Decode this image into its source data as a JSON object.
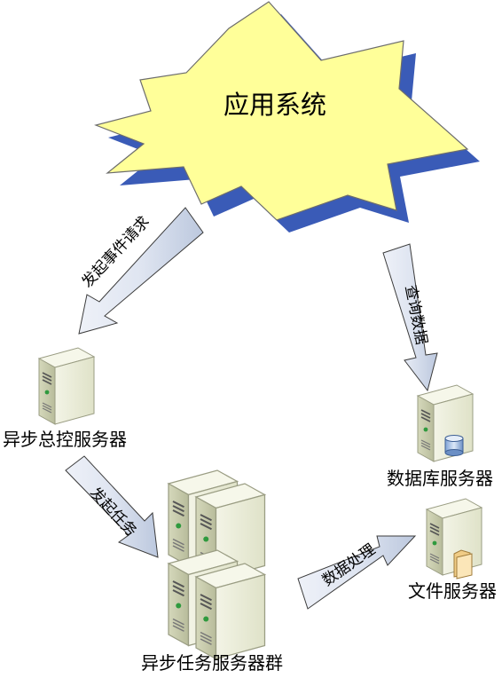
{
  "central_system": {
    "label": "应用系统",
    "fill": "#ffff99",
    "shadow": "#3a5bb7"
  },
  "nodes": {
    "async_controller": {
      "label": "异步总控服务器"
    },
    "db_server": {
      "label": "数据库服务器"
    },
    "task_cluster": {
      "label": "异步任务服务器群"
    },
    "file_server": {
      "label": "文件服务器"
    }
  },
  "edges": {
    "send_event_request": {
      "label": "发起事件请求"
    },
    "query_data": {
      "label": "查询数据"
    },
    "send_task": {
      "label": "发起任务"
    },
    "data_processing": {
      "label": "数据处理"
    }
  },
  "colors": {
    "arrow_fill_light": "#eef1f8",
    "arrow_fill_dark": "#bcc8de",
    "arrow_stroke": "#3b3b3b",
    "server_face": "#e9ebd7",
    "server_side": "#c9ccb0",
    "server_top": "#f6f7ea"
  }
}
